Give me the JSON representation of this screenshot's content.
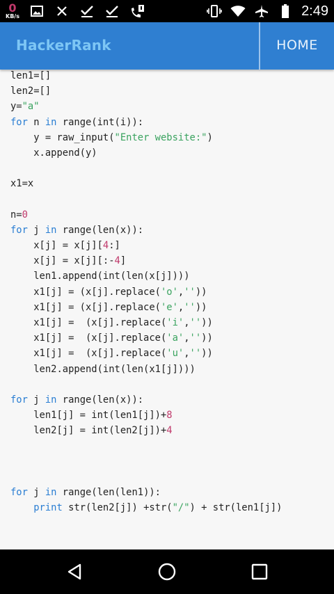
{
  "status_bar": {
    "net_speed_value": "0",
    "net_speed_unit": "KB/s",
    "time": "2:49",
    "icons": [
      "gallery-icon",
      "close-icon",
      "check-icon",
      "check-icon",
      "missed-call-icon",
      "vibrate-icon",
      "wifi-icon",
      "airplane-icon",
      "battery-icon"
    ]
  },
  "app_bar": {
    "title": "HackerRank",
    "home_label": "HOME"
  },
  "colors": {
    "app_bar": "#2f7fd1",
    "title": "#7dc6f5",
    "keyword": "#2a7ed3",
    "string": "#3aa35f",
    "number": "#c0396b"
  },
  "code_lines": [
    [
      [
        "len1=[]",
        ""
      ]
    ],
    [
      [
        "len2=[]",
        ""
      ]
    ],
    [
      [
        "y=",
        ""
      ],
      [
        "\"a\"",
        "str"
      ]
    ],
    [
      [
        "for",
        "kw"
      ],
      [
        " n ",
        ""
      ],
      [
        "in",
        "kw"
      ],
      [
        " range(int(i)):",
        ""
      ]
    ],
    [
      [
        "    y = raw_input(",
        ""
      ],
      [
        "\"Enter website:\"",
        "str"
      ],
      [
        ")",
        ""
      ]
    ],
    [
      [
        "    x.append(y)",
        ""
      ]
    ],
    [
      [
        "",
        ""
      ]
    ],
    [
      [
        "x1=x",
        ""
      ]
    ],
    [
      [
        "",
        ""
      ]
    ],
    [
      [
        "n=",
        ""
      ],
      [
        "0",
        "num"
      ]
    ],
    [
      [
        "for",
        "kw"
      ],
      [
        " j ",
        ""
      ],
      [
        "in",
        "kw"
      ],
      [
        " range(len(x)):",
        ""
      ]
    ],
    [
      [
        "    x[j] = x[j][",
        ""
      ],
      [
        "4",
        "num"
      ],
      [
        ":]",
        ""
      ]
    ],
    [
      [
        "    x[j] = x[j][:-",
        ""
      ],
      [
        "4",
        "num"
      ],
      [
        "]",
        ""
      ]
    ],
    [
      [
        "    len1.append(int(len(x[j])))",
        ""
      ]
    ],
    [
      [
        "    x1[j] = (x[j].replace(",
        ""
      ],
      [
        "'o'",
        "str"
      ],
      [
        ",",
        ""
      ],
      [
        "''",
        "str"
      ],
      [
        "))",
        ""
      ]
    ],
    [
      [
        "    x1[j] = (x[j].replace(",
        ""
      ],
      [
        "'e'",
        "str"
      ],
      [
        ",",
        ""
      ],
      [
        "''",
        "str"
      ],
      [
        "))",
        ""
      ]
    ],
    [
      [
        "    x1[j] =  (x[j].replace(",
        ""
      ],
      [
        "'i'",
        "str"
      ],
      [
        ",",
        ""
      ],
      [
        "''",
        "str"
      ],
      [
        "))",
        ""
      ]
    ],
    [
      [
        "    x1[j] =  (x[j].replace(",
        ""
      ],
      [
        "'a'",
        "str"
      ],
      [
        ",",
        ""
      ],
      [
        "''",
        "str"
      ],
      [
        "))",
        ""
      ]
    ],
    [
      [
        "    x1[j] =  (x[j].replace(",
        ""
      ],
      [
        "'u'",
        "str"
      ],
      [
        ",",
        ""
      ],
      [
        "''",
        "str"
      ],
      [
        "))",
        ""
      ]
    ],
    [
      [
        "    len2.append(int(len(x1[j])))",
        ""
      ]
    ],
    [
      [
        "",
        ""
      ]
    ],
    [
      [
        "for",
        "kw"
      ],
      [
        " j ",
        ""
      ],
      [
        "in",
        "kw"
      ],
      [
        " range(len(x)):",
        ""
      ]
    ],
    [
      [
        "    len1[j] = int(len1[j])+",
        ""
      ],
      [
        "8",
        "num"
      ]
    ],
    [
      [
        "    len2[j] = int(len2[j])+",
        ""
      ],
      [
        "4",
        "num"
      ]
    ],
    [
      [
        "",
        ""
      ]
    ],
    [
      [
        "",
        ""
      ]
    ],
    [
      [
        "",
        ""
      ]
    ],
    [
      [
        "for",
        "kw"
      ],
      [
        " j ",
        ""
      ],
      [
        "in",
        "kw"
      ],
      [
        " range(len(len1)):",
        ""
      ]
    ],
    [
      [
        "    ",
        ""
      ],
      [
        "print",
        "kw"
      ],
      [
        " str(len2[j]) +str(",
        ""
      ],
      [
        "\"/\"",
        "str"
      ],
      [
        ") + str(len1[j])",
        ""
      ]
    ]
  ],
  "nav_bar": {
    "buttons": [
      "back-icon",
      "home-icon",
      "recents-icon"
    ]
  }
}
